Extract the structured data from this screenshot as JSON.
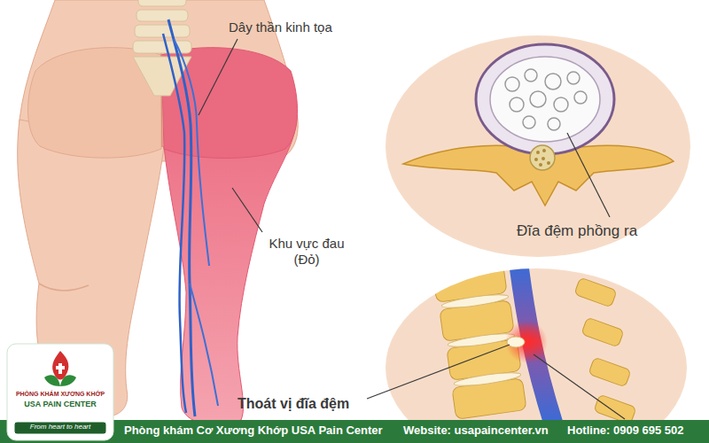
{
  "diagram": {
    "nodes": [
      {
        "text": [
          "PHÒNG KHÁM XƯƠNG KHỚP",
          "USA PAIN CENTER",
          "From heart to heart"
        ]
      },
      {
        "text": [
          "Phòng khám Cơ Xương Khớp USA Pain Center",
          "Website: usapaincenter.vn",
          "Hotline: 0909 695 502"
        ]
      }
    ],
    "labels": [
      "Dây thần kinh tọa",
      "Khu vực đau (Đỏ)",
      "Đĩa đệm phồng ra",
      "Thoát vị đĩa đệm"
    ]
  }
}
